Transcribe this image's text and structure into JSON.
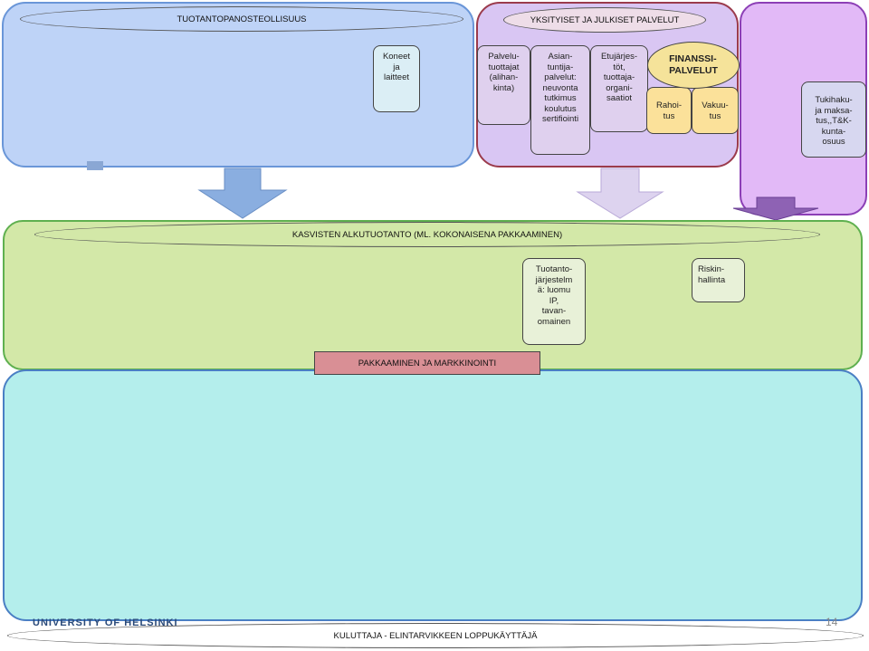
{
  "panels": {
    "input": {
      "title": "TUOTANTOPANOSTEOLLISUUS",
      "box": [
        "Koneet",
        "ja",
        "laitteet"
      ]
    },
    "services": {
      "title": "YKSITYISET JA JULKISET PALVELUT",
      "subcontractors": [
        "Palvelu-",
        "tuottajat",
        "(alihan-",
        "kinta)"
      ],
      "consulting": [
        "Asian-",
        "tuntija-",
        "palvelut:",
        "neuvonta",
        "tutkimus",
        "koulutus",
        "sertifiointi"
      ],
      "interest_groups": [
        "Etujärjes-",
        "töt,",
        "tuottaja-",
        "organi-",
        "saatiot"
      ],
      "finance": {
        "title": [
          "FINANSSI-",
          "PALVELUT"
        ],
        "funding": [
          "Rahoi-",
          "tus"
        ],
        "insurance": [
          "Vakuu-",
          "tus"
        ]
      }
    },
    "support": {
      "box": [
        "Tukihaku-",
        "ja maksa-",
        "tus,,T&K-",
        "kunta-",
        "osuus"
      ]
    },
    "plant": {
      "title": "KASVISTEN ALKUTUOTANTO (ML. KOKONAISENA PAKKAAMINEN)",
      "production": [
        "Tuotanto-",
        "järjestelm",
        "ä: luomu",
        "IP,",
        "tavan-",
        "omainen"
      ],
      "risk": [
        "Riskin-",
        "hallinta"
      ]
    },
    "market": {
      "title": "PAKKAAMINEN JA MARKKINOINTI"
    },
    "consumer": {
      "title": "KULUTTAJA  - ELINTARVIKKEEN LOPPUKÄYTTÄJÄ"
    }
  },
  "footer": {
    "logo": "UNIVERSITY OF HELSINKI",
    "page": "14"
  },
  "colors": {
    "input_fill": "#bed3f7",
    "services_fill": "#d9c6f3",
    "support_fill": "#e2b9f7",
    "plant_fill": "#d3e8a8",
    "market_fill": "#b4eeec",
    "packing_banner": "#d98f95",
    "finance_fill": "#fbe19a",
    "arrow_blue": "#8aaee0",
    "arrow_lilac": "#ddd3ef",
    "arrow_purple": "#8e62b4"
  }
}
